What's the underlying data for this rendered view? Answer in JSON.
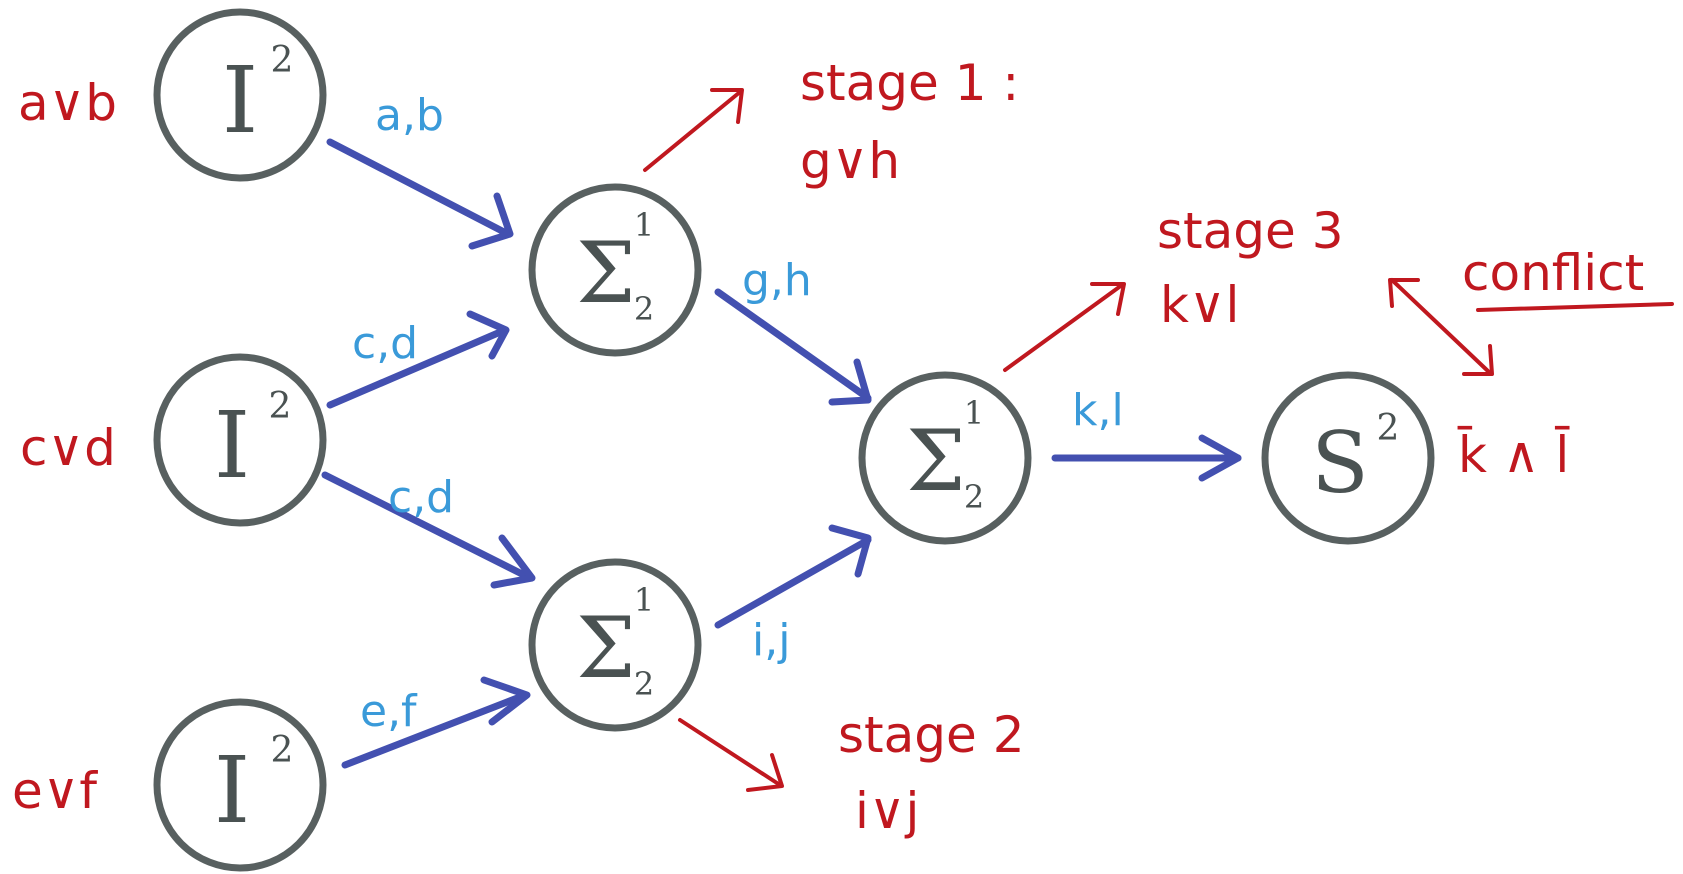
{
  "nodes": {
    "i1": {
      "symbol": "I",
      "sup": "2"
    },
    "i2": {
      "symbol": "I",
      "sup": "2"
    },
    "i3": {
      "symbol": "I",
      "sup": "2"
    },
    "r1": {
      "symbol": "Σ",
      "sup": "1",
      "sub": "2"
    },
    "r2": {
      "symbol": "Σ",
      "sup": "1",
      "sub": "2"
    },
    "r3": {
      "symbol": "Σ",
      "sup": "1",
      "sub": "2"
    },
    "s": {
      "symbol": "S",
      "sup": "2"
    }
  },
  "input_clauses": [
    "a∨b",
    "c∨d",
    "e∨f"
  ],
  "edge_labels": {
    "i1_r1": "a,b",
    "i2_r1": "c,d",
    "i2_r2": "c,d",
    "i3_r2": "e,f",
    "r1_r3": "g,h",
    "r2_r3": "i,j",
    "r3_s": "k,l"
  },
  "stages": {
    "stage1": {
      "title": "stage 1 :",
      "clause": "g∨h"
    },
    "stage2": {
      "title": "stage 2",
      "clause": "i∨j"
    },
    "stage3": {
      "title": "stage 3",
      "clause": "k∨l"
    }
  },
  "conflict": {
    "label": "conflict",
    "clause": "k̄ ∧ l̄"
  },
  "colors": {
    "annotation": "#c0181f",
    "edge": "#4350b0",
    "edge_label": "#3a9ad9",
    "node": "#586060"
  }
}
